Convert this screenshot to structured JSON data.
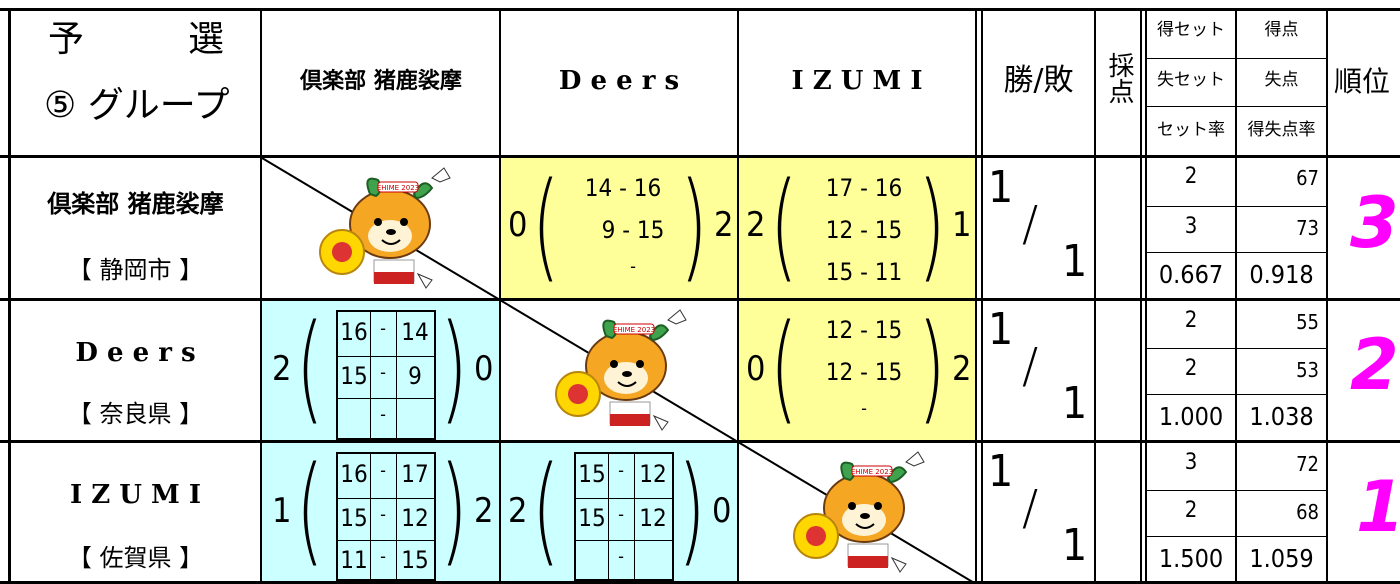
{
  "header": {
    "title_line1_a": "予",
    "title_line1_b": "選",
    "title_line2": "⑤ グループ",
    "team1": "倶楽部 猪鹿裟摩",
    "team2": "D e e r s",
    "team3": "I Z U M I",
    "win_loss": "勝/敗",
    "scoring": "採点",
    "sets_won": "得セット",
    "sets_lost": "失セット",
    "set_rate": "セット率",
    "points_won": "得点",
    "points_lost": "失点",
    "points_rate": "得失点率",
    "rank": "順位"
  },
  "rows": [
    {
      "name": "倶楽部 猪鹿裟摩",
      "pref": "【 静岡市 】",
      "wins": "1",
      "slash": "/",
      "losses": "1",
      "sets_won": "2",
      "sets_lost": "3",
      "set_rate": "0.667",
      "points_won": "67",
      "points_lost": "73",
      "points_rate": "0.918",
      "rank": "3"
    },
    {
      "name": "D e e r s",
      "pref": "【 奈良県 】",
      "wins": "1",
      "slash": "/",
      "losses": "1",
      "sets_won": "2",
      "sets_lost": "2",
      "set_rate": "1.000",
      "points_won": "55",
      "points_lost": "53",
      "points_rate": "1.038",
      "rank": "2"
    },
    {
      "name": "I Z U M I",
      "pref": "【 佐賀県 】",
      "wins": "1",
      "slash": "/",
      "losses": "1",
      "sets_won": "3",
      "sets_lost": "2",
      "set_rate": "1.500",
      "points_won": "72",
      "points_lost": "68",
      "points_rate": "1.059",
      "rank": "1"
    }
  ],
  "matches": {
    "r1_c2": {
      "left": "0",
      "right": "2",
      "sets": [
        "14 - 16",
        "9 - 15",
        "-"
      ]
    },
    "r1_c3": {
      "left": "2",
      "right": "1",
      "sets": [
        "17 - 16",
        "12 - 15",
        "15 - 11"
      ]
    },
    "r2_c1": {
      "left": "2",
      "right": "0",
      "sets": [
        [
          "16",
          "-",
          "14"
        ],
        [
          "15",
          "-",
          "9"
        ],
        [
          "",
          "-",
          ""
        ]
      ]
    },
    "r2_c3": {
      "left": "0",
      "right": "2",
      "sets": [
        "12 - 15",
        "12 - 15",
        "-"
      ]
    },
    "r3_c1": {
      "left": "1",
      "right": "2",
      "sets": [
        [
          "16",
          "-",
          "17"
        ],
        [
          "15",
          "-",
          "12"
        ],
        [
          "11",
          "-",
          "15"
        ]
      ]
    },
    "r3_c2": {
      "left": "2",
      "right": "0",
      "sets": [
        [
          "15",
          "-",
          "12"
        ],
        [
          "15",
          "-",
          "12"
        ],
        [
          "",
          "-",
          ""
        ]
      ]
    }
  },
  "paren_open": "(",
  "paren_close": ")",
  "mascot_badge": "EHIME 2023",
  "colors": {
    "yellow": "#ffff99",
    "cyan": "#ccffff",
    "rank": "#ff00ff",
    "mascot": "#f5a623"
  }
}
